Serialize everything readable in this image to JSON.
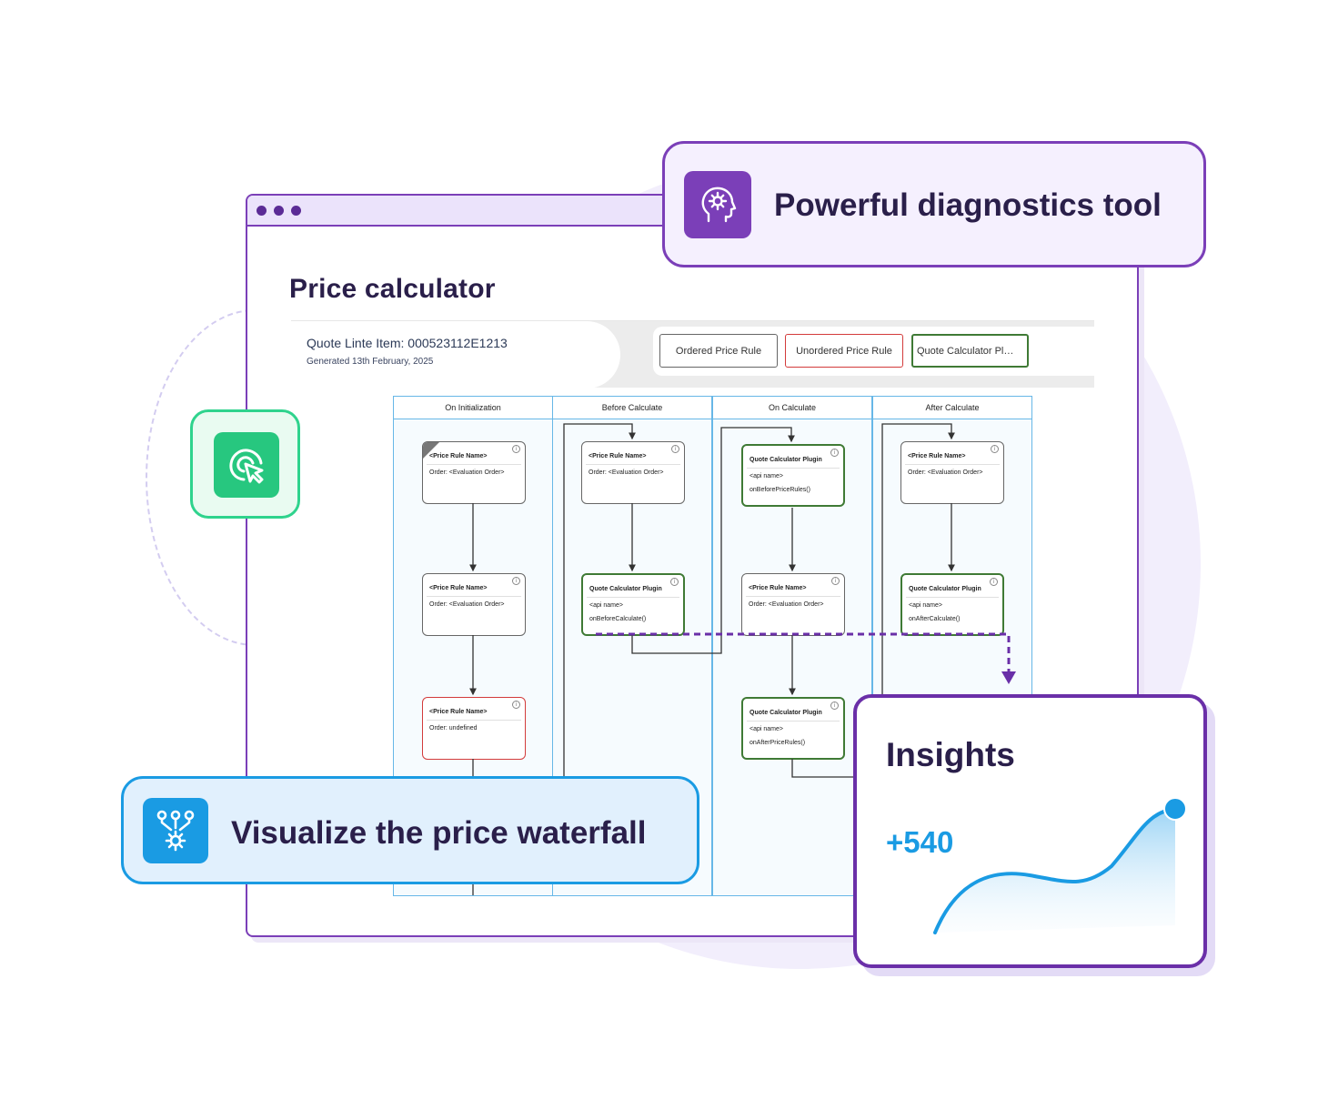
{
  "window": {
    "title": "Price calculator"
  },
  "quote": {
    "item_label": "Quote Linte Item: 000523112E1213",
    "generated": "Generated 13th February, 2025"
  },
  "legend": [
    {
      "label": "Ordered Price Rule",
      "color": "#666666"
    },
    {
      "label": "Unordered Price Rule",
      "color": "#d33b3b"
    },
    {
      "label": "Quote Calculator Pl…",
      "color": "#3f7a35"
    }
  ],
  "lanes": [
    "On Initialization",
    "Before Calculate",
    "On Calculate",
    "After Calculate"
  ],
  "nodes": {
    "init_1": {
      "title": "<Price Rule Name>",
      "line1": "Order: <Evaluation Order>"
    },
    "init_2": {
      "title": "<Price Rule Name>",
      "line1": "Order: <Evaluation Order>"
    },
    "init_3": {
      "title": "<Price Rule Name>",
      "line1": "Order: undefined"
    },
    "before_1": {
      "title": "<Price Rule Name>",
      "line1": "Order: <Evaluation Order>"
    },
    "before_2": {
      "title": "Quote Calculator Plugin",
      "line1": "<api name>",
      "line2": "onBeforeCalculate()"
    },
    "calc_1": {
      "title": "Quote Calculator Plugin",
      "line1": "<api name>",
      "line2": "onBeforePriceRules()"
    },
    "calc_2": {
      "title": "<Price Rule Name>",
      "line1": "Order: <Evaluation Order>"
    },
    "calc_3": {
      "title": "Quote Calculator Plugin",
      "line1": "<api name>",
      "line2": "onAfterPriceRules()"
    },
    "after_1": {
      "title": "<Price Rule Name>",
      "line1": "Order: <Evaluation Order>"
    },
    "after_2": {
      "title": "Quote Calculator Plugin",
      "line1": "<api name>",
      "line2": "onAfterCalculate()"
    }
  },
  "info_glyph": "i",
  "callouts": {
    "diagnostics": {
      "label": "Powerful diagnostics tool",
      "icon": "head-gear-icon"
    },
    "click": {
      "icon": "cursor-click-icon"
    },
    "visualize": {
      "label": "Visualize the price waterfall",
      "icon": "flow-gear-icon"
    }
  },
  "insights": {
    "title": "Insights",
    "value": "+540"
  },
  "colors": {
    "purple": "#7b3fb8",
    "green": "#27c77f",
    "blue": "#1a9be3",
    "dark": "#2a1f4a"
  }
}
